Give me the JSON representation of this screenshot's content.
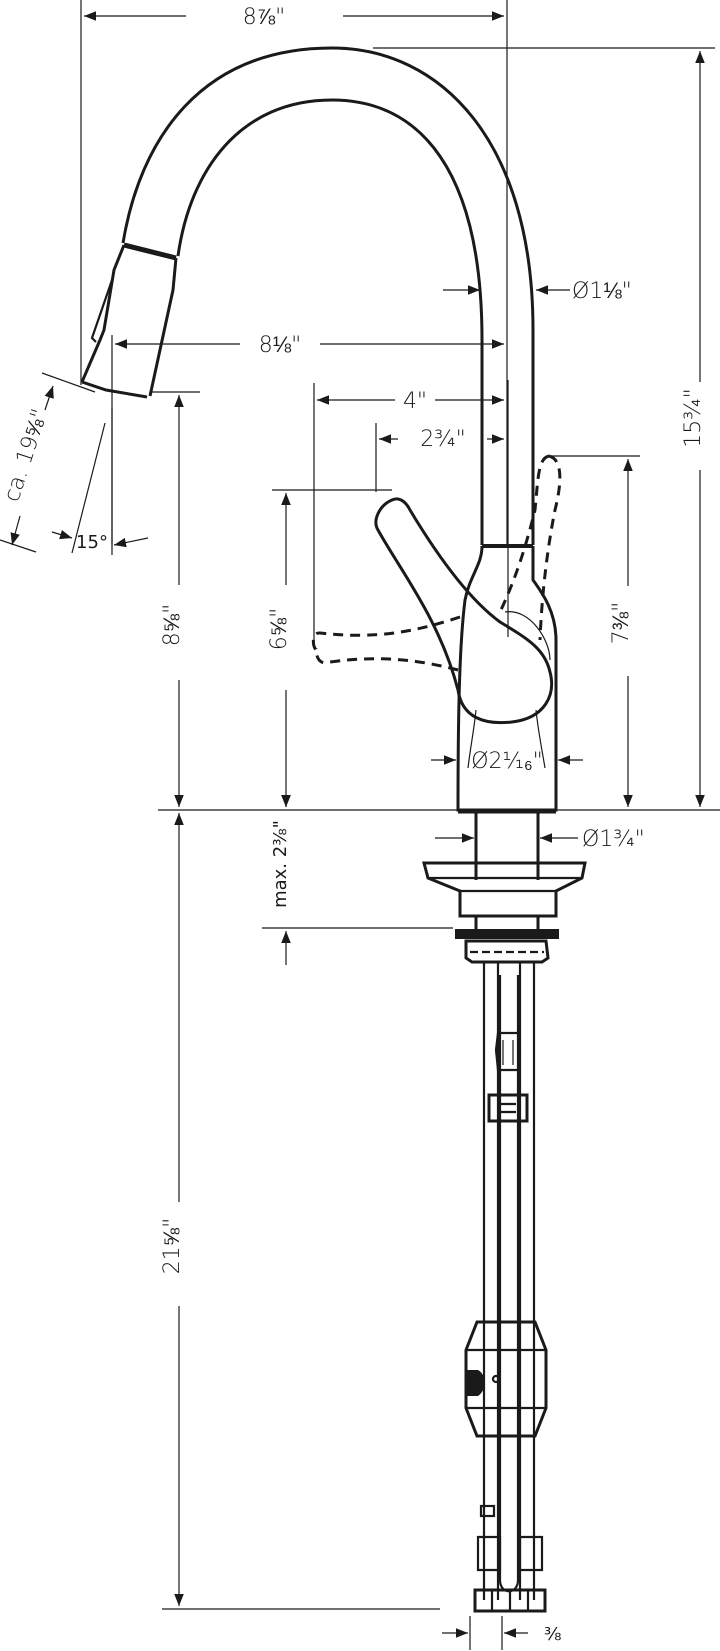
{
  "drawing": {
    "subject": "pull-down kitchen faucet dimension drawing",
    "units": "inches",
    "line_color": "#1a1a1a",
    "background": "#ffffff"
  },
  "dimensions": {
    "overall_reach": "8⅞\"",
    "spout_reach": "8⅛\"",
    "spout_diameter": "Ø1⅛\"",
    "handle_reach_open": "4\"",
    "handle_reach": "2¾\"",
    "total_height": "15¾\"",
    "spout_outlet_height": "8⅝\"",
    "handle_height": "6⅝\"",
    "handle_height_open": "7⅜\"",
    "body_diameter": "Ø2¹⁄₁₆\"",
    "shank_diameter": "Ø1¾\"",
    "max_deck_thickness": "max. 2⅜\"",
    "hose_extension": "ca. 19⅝\"",
    "spray_angle": "15°",
    "below_deck_length": "21⅝\"",
    "supply_connection": "⅜"
  }
}
